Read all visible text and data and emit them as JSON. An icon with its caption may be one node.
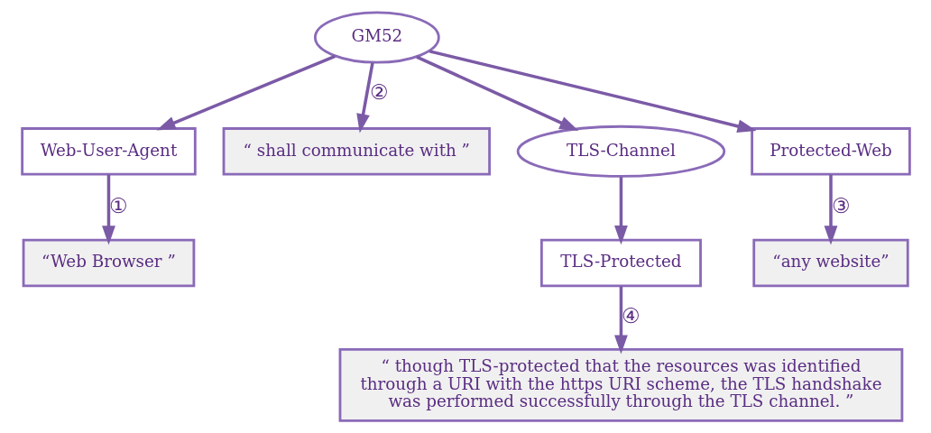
{
  "diagram": {
    "nodes": [
      {
        "text": [
          "GM52"
        ]
      },
      {
        "text": [
          "Web-User-Agent"
        ]
      },
      {
        "text": [
          "“ shall communicate with ”"
        ]
      },
      {
        "text": [
          "TLS-Channel"
        ]
      },
      {
        "text": [
          "Protected-Web"
        ]
      },
      {
        "text": [
          "“Web Browser ”"
        ]
      },
      {
        "text": [
          "TLS-Protected"
        ]
      },
      {
        "text": [
          "“any website”"
        ]
      },
      {
        "text": [
          "“ though TLS-protected that the resources was identified through a URI with the https URI scheme, the TLS handshake was performed successfully through the TLS channel. ”"
        ]
      }
    ],
    "edges": [
      {
        "from": 0,
        "to": 1,
        "arrow": "to"
      },
      {
        "from": 0,
        "to": 2,
        "arrow": "to",
        "label": "②"
      },
      {
        "from": 0,
        "to": 3,
        "arrow": "to"
      },
      {
        "from": 0,
        "to": 4,
        "arrow": "to"
      },
      {
        "from": 1,
        "to": 5,
        "arrow": "to",
        "label": "①"
      },
      {
        "from": 3,
        "to": 6,
        "arrow": "to"
      },
      {
        "from": 4,
        "to": 7,
        "arrow": "to",
        "label": "③"
      },
      {
        "from": 6,
        "to": 8,
        "arrow": "to",
        "label": "④"
      }
    ]
  }
}
